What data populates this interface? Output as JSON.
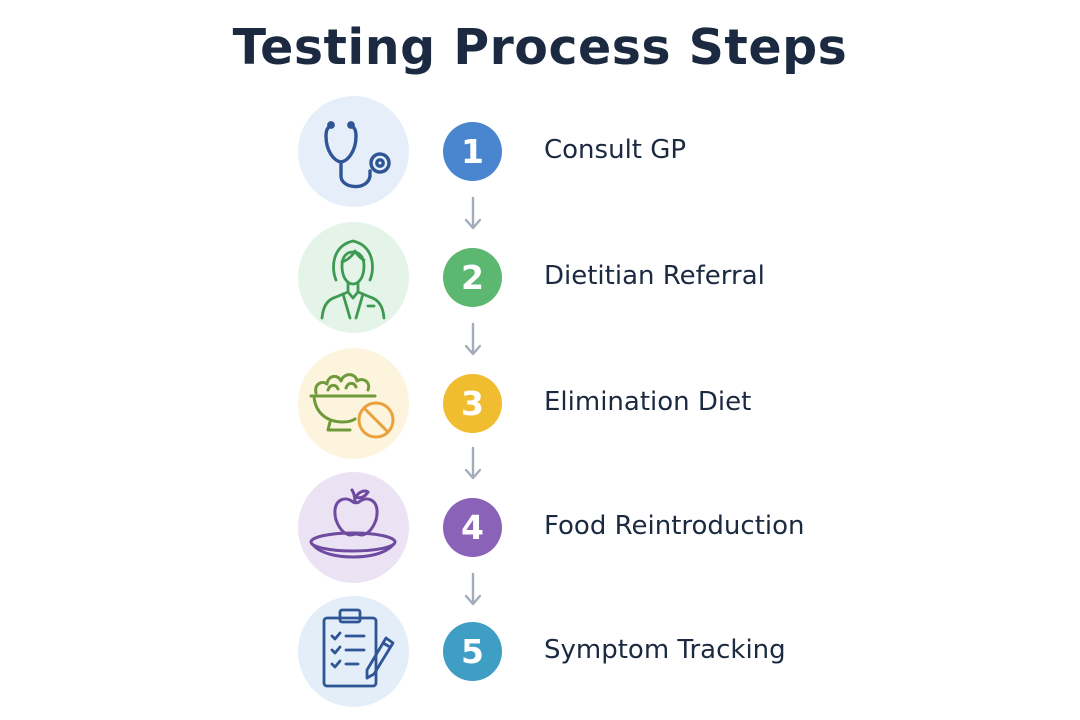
{
  "title": "Testing Process Steps",
  "steps": [
    {
      "number": "1",
      "label": "Consult GP",
      "icon": "stethoscope-icon",
      "badge_color": "#4a86cf",
      "bg_color": "#e6eff9",
      "stroke_color": "#2f5597"
    },
    {
      "number": "2",
      "label": "Dietitian Referral",
      "icon": "dietitian-icon",
      "badge_color": "#5cb870",
      "bg_color": "#e5f4e8",
      "stroke_color": "#3e9a52"
    },
    {
      "number": "3",
      "label": "Elimination Diet",
      "icon": "salad-bowl-prohibited-icon",
      "badge_color": "#f0bd30",
      "bg_color": "#fcf4dc",
      "stroke_color": "#6f9a3a",
      "accent_color": "#e9a23b"
    },
    {
      "number": "4",
      "label": "Food Reintroduction",
      "icon": "apple-plate-icon",
      "badge_color": "#8a62b8",
      "bg_color": "#ebe3f4",
      "stroke_color": "#6e4aa0"
    },
    {
      "number": "5",
      "label": "Symptom Tracking",
      "icon": "clipboard-checklist-icon",
      "badge_color": "#3e9ec4",
      "bg_color": "#e3eef8",
      "stroke_color": "#2f5597"
    }
  ],
  "arrow_color": "#a3acba"
}
